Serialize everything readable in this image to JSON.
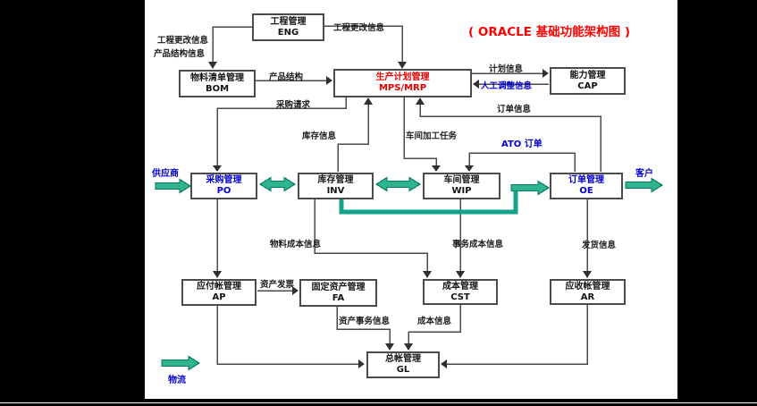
{
  "title": {
    "text": "( ORACLE  基础功能架构图 )"
  },
  "entities": {
    "supplier": "供应商",
    "customer": "客户"
  },
  "legend": {
    "material_flow": "物流"
  },
  "boxes": {
    "eng": {
      "name": "工程管理",
      "code": "ENG"
    },
    "bom": {
      "name": "物料清单管理",
      "code": "BOM"
    },
    "mps": {
      "name": "生产计划管理",
      "code": "MPS/MRP"
    },
    "cap": {
      "name": "能力管理",
      "code": "CAP"
    },
    "po": {
      "name": "采购管理",
      "code": "PO"
    },
    "inv": {
      "name": "库存管理",
      "code": "INV"
    },
    "wip": {
      "name": "车间管理",
      "code": "WIP"
    },
    "oe": {
      "name": "订单管理",
      "code": "OE"
    },
    "ap": {
      "name": "应付帐管理",
      "code": "AP"
    },
    "fa": {
      "name": "固定资产管理",
      "code": "FA"
    },
    "cst": {
      "name": "成本管理",
      "code": "CST"
    },
    "ar": {
      "name": "应收帐管理",
      "code": "AR"
    },
    "gl": {
      "name": "总帐管理",
      "code": "GL"
    }
  },
  "flow_labels": {
    "eng_change_top": "工程更改信息",
    "eng_change_left": "工程更改信息",
    "product_structure_info": "产品结构信息",
    "product_structure": "产品结构",
    "purchase_request": "采购请求",
    "plan_info": "计划信息",
    "manual_adjust_info": "人工调整信息",
    "order_info": "订单信息",
    "inventory_info": "库存信息",
    "shop_floor_task": "车间加工任务",
    "ato_order": "ATO 订单",
    "material_cost_info": "物料成本信息",
    "transaction_cost_info": "事务成本信息",
    "shipping_info": "发货信息",
    "asset_invoice": "资产发票",
    "asset_transaction_info": "资产事务信息",
    "cost_info": "成本信息"
  },
  "colors": {
    "title_red": "#ff0000",
    "box_text_red": "#e00000",
    "blue_text": "#0000cd",
    "material_flow_teal": "#2eb48e",
    "material_flow_outline": "#067a62",
    "info_line_grey": "#4a4a4a",
    "frame_black": "#000000"
  }
}
